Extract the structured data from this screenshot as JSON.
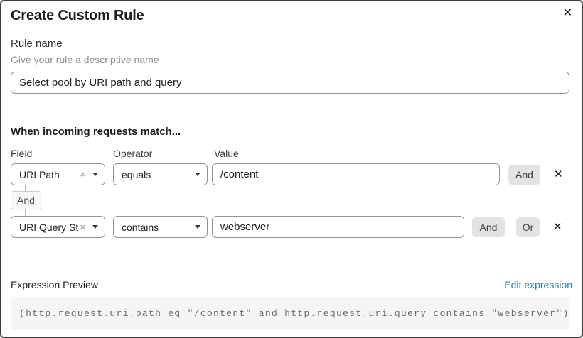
{
  "dialog": {
    "title": "Create Custom Rule"
  },
  "icons": {
    "close": "✕",
    "remove": "✕",
    "clear": "×",
    "caret": "caret-down"
  },
  "rule_name": {
    "label": "Rule name",
    "helper": "Give your rule a descriptive name",
    "value": "Select pool by URI path and query"
  },
  "match": {
    "heading": "When incoming requests match...",
    "columns": {
      "field": "Field",
      "operator": "Operator",
      "value": "Value"
    },
    "joiner_label": "And",
    "rows": [
      {
        "field": "URI Path",
        "operator": "equals",
        "value": "/content",
        "and_label": "And"
      },
      {
        "field": "URI Query St...",
        "operator": "contains",
        "value": "webserver",
        "and_label": "And",
        "or_label": "Or"
      }
    ]
  },
  "expression": {
    "label": "Expression Preview",
    "edit_link": "Edit expression",
    "code": "(http.request.uri.path eq \"/content\" and http.request.uri.query contains \"webserver\")"
  },
  "colors": {
    "dialog_border": "#3d3d3d",
    "input_border": "#949494",
    "logic_button_bg": "#e3e3e3",
    "joiner_bg": "#f8f8f8",
    "link_blue": "#2c7cb0",
    "code_bg": "#f5f5f5",
    "code_text": "#686868",
    "helper_gray": "#8f8f8f"
  }
}
